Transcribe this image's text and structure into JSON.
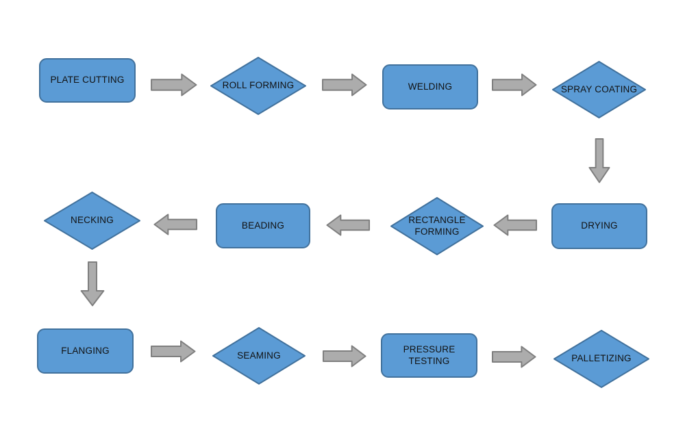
{
  "diagram": {
    "type": "flowchart",
    "description": "Manufacturing process flowchart with rounded rectangle and diamond steps connected by block arrows",
    "colors": {
      "background": "#ffffff",
      "node_fill": "#5B9BD5",
      "node_border": "#41719C",
      "arrow_fill": "#ACACAC",
      "arrow_border": "#7F7F7F",
      "text": "#111111"
    },
    "nodes": [
      {
        "id": "plate-cutting",
        "label": "PLATE CUTTING",
        "shape": "rounded-rectangle",
        "row": 1
      },
      {
        "id": "roll-forming",
        "label": "ROLL FORMING",
        "shape": "diamond",
        "row": 1
      },
      {
        "id": "welding",
        "label": "WELDING",
        "shape": "rounded-rectangle",
        "row": 1
      },
      {
        "id": "spray-coating",
        "label": "SPRAY COATING",
        "shape": "diamond",
        "row": 1
      },
      {
        "id": "drying",
        "label": "DRYING",
        "shape": "rounded-rectangle",
        "row": 2
      },
      {
        "id": "rectangle-forming",
        "label": "RECTANGLE\nFORMING",
        "shape": "diamond",
        "row": 2
      },
      {
        "id": "beading",
        "label": "BEADING",
        "shape": "rounded-rectangle",
        "row": 2
      },
      {
        "id": "necking",
        "label": "NECKING",
        "shape": "diamond",
        "row": 2
      },
      {
        "id": "flanging",
        "label": "FLANGING",
        "shape": "rounded-rectangle",
        "row": 3
      },
      {
        "id": "seaming",
        "label": "SEAMING",
        "shape": "diamond",
        "row": 3
      },
      {
        "id": "pressure-testing",
        "label": "PRESSURE TESTING",
        "shape": "rounded-rectangle",
        "row": 3
      },
      {
        "id": "palletizing",
        "label": "PALLETIZING",
        "shape": "diamond",
        "row": 3
      }
    ],
    "edges": [
      {
        "from": "plate-cutting",
        "to": "roll-forming",
        "direction": "right"
      },
      {
        "from": "roll-forming",
        "to": "welding",
        "direction": "right"
      },
      {
        "from": "welding",
        "to": "spray-coating",
        "direction": "right"
      },
      {
        "from": "spray-coating",
        "to": "drying",
        "direction": "down"
      },
      {
        "from": "drying",
        "to": "rectangle-forming",
        "direction": "left"
      },
      {
        "from": "rectangle-forming",
        "to": "beading",
        "direction": "left"
      },
      {
        "from": "beading",
        "to": "necking",
        "direction": "left"
      },
      {
        "from": "necking",
        "to": "flanging",
        "direction": "down"
      },
      {
        "from": "flanging",
        "to": "seaming",
        "direction": "right"
      },
      {
        "from": "seaming",
        "to": "pressure-testing",
        "direction": "right"
      },
      {
        "from": "pressure-testing",
        "to": "palletizing",
        "direction": "right"
      }
    ]
  }
}
